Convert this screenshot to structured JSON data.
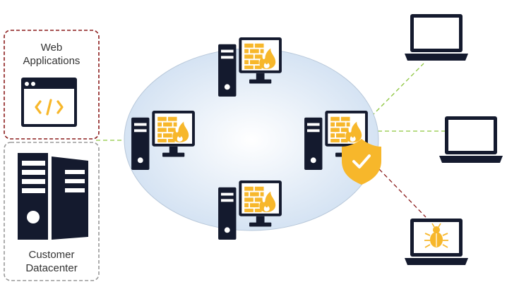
{
  "web_apps": {
    "line1": "Web",
    "line2": "Applications"
  },
  "datacenter": {
    "line1": "Customer",
    "line2": "Datacenter"
  },
  "icons": {
    "web_app": "code-window-icon",
    "datacenter": "server-rack-icon",
    "firewall_pc": "firewall-computer-icon",
    "shield": "shield-check-icon",
    "laptop": "laptop-icon",
    "bug": "bug-icon"
  },
  "colors": {
    "navy": "#141a2e",
    "accent": "#f7b72b",
    "web_box_border": "#8b1c1c",
    "datacenter_border": "#9a9a9a",
    "link_safe": "#8dc63f",
    "link_threat": "#8b1c1c",
    "cloud_fill": "#dfe9f5"
  }
}
